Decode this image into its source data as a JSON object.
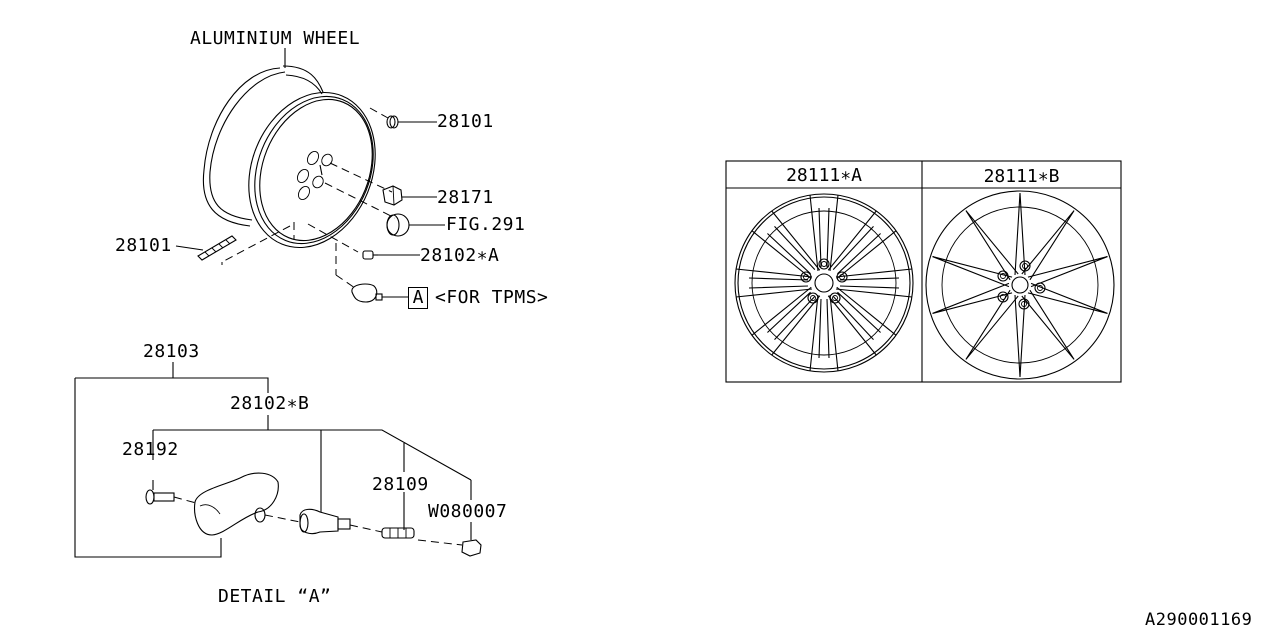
{
  "diagram": {
    "title": "ALUMINIUM WHEEL",
    "reference_code": "A290001169",
    "colors": {
      "ink": "#000000",
      "background": "#ffffff"
    }
  },
  "callouts": {
    "valve_weight_top": "28101",
    "hub_nut": "28171",
    "cap_fig": "FIG.291",
    "balance_weight_left": "28101",
    "valve_a": "28102∗A",
    "tpms_marker": "A",
    "tpms_note": "<FOR TPMS>"
  },
  "detail_a": {
    "title": "DETAIL “A”",
    "assembly": "28103",
    "valve_b": "28102∗B",
    "screw": "28192",
    "core": "28109",
    "cap": "W080007"
  },
  "wheel_table": {
    "columns": [
      {
        "label": "28111∗A",
        "design": "8-spoke split"
      },
      {
        "label": "28111∗B",
        "design": "10-spoke star"
      }
    ]
  }
}
